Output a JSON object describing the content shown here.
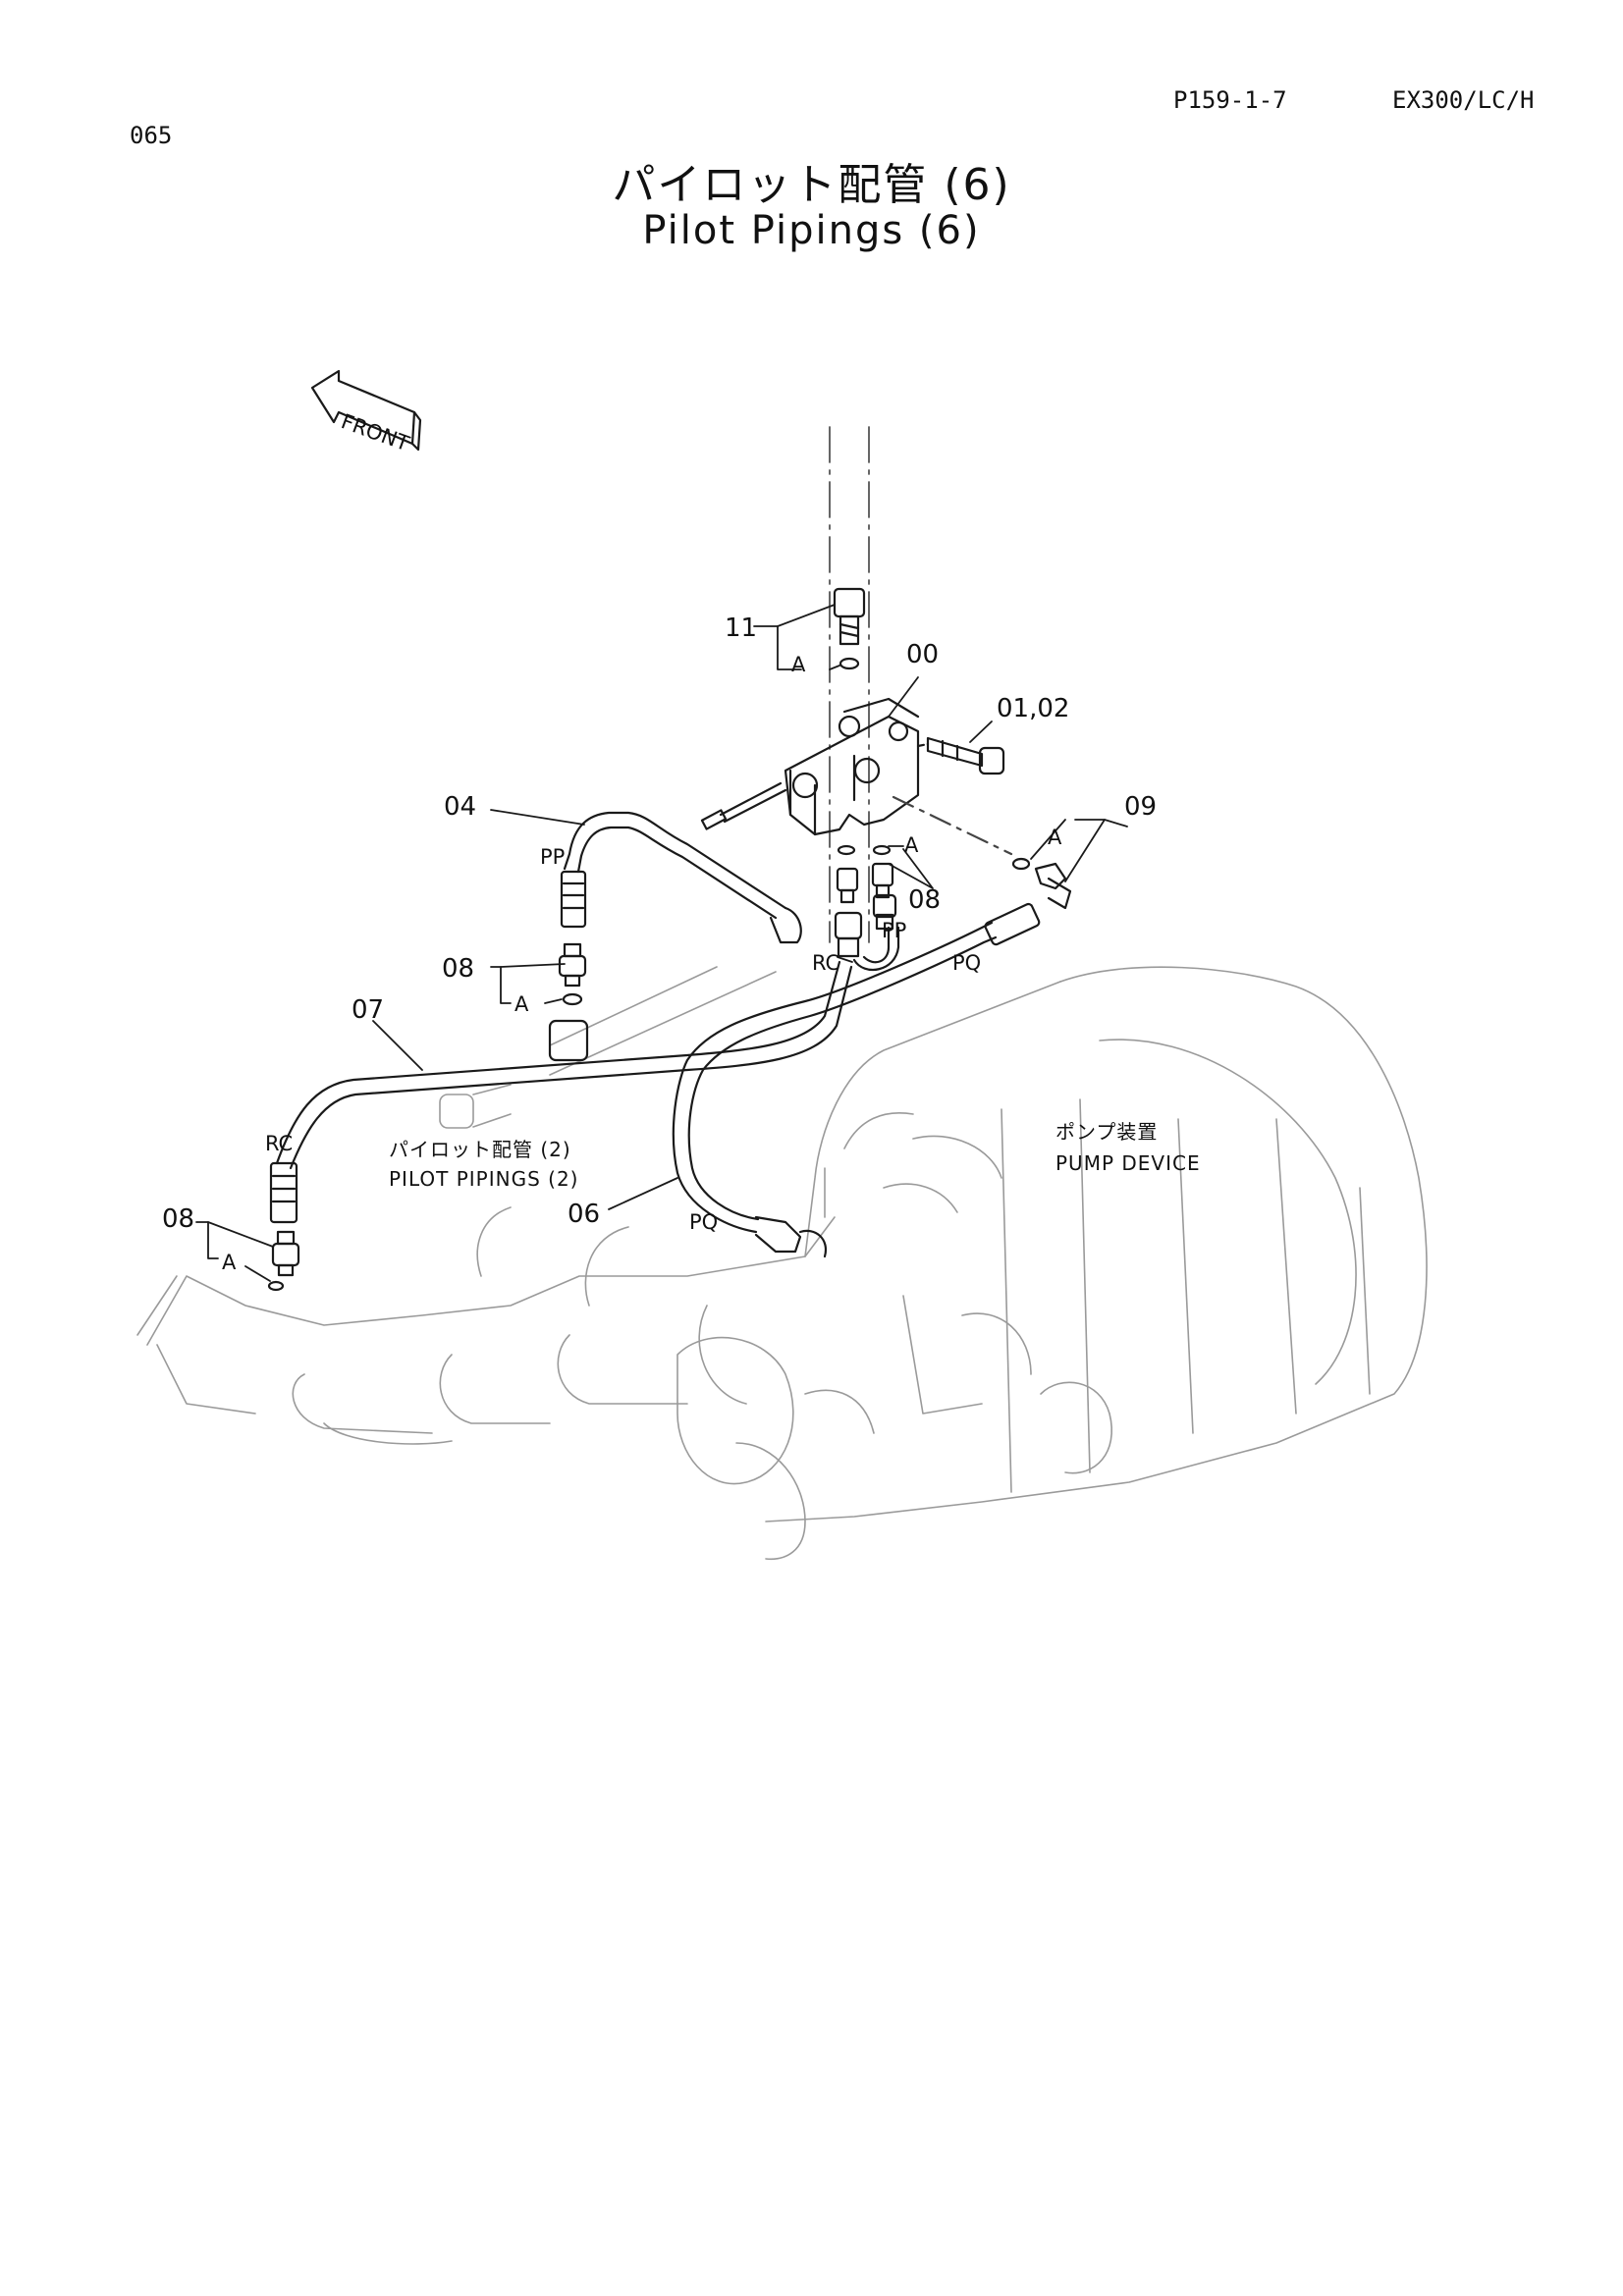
{
  "header": {
    "page_code": "P159-1-7",
    "model": "EX300/LC/H",
    "sheet_no": "065"
  },
  "title": {
    "japanese": "パイロット配管 (6)",
    "english": "Pilot Pipings (6)"
  },
  "diagram": {
    "front_arrow": "FRONT",
    "callouts": {
      "c11": "11",
      "c00": "00",
      "c0102": "01,02",
      "c09": "09",
      "c04": "04",
      "c08_mid": "08",
      "c08_left": "08",
      "c08_bottom": "08",
      "c07": "07",
      "c06": "06"
    },
    "seal_labels": {
      "a1": "A",
      "a2": "A",
      "a3": "A",
      "a4": "A",
      "a5": "A"
    },
    "port_labels": {
      "pp_hose04": "PP",
      "pp_block": "PP",
      "rc_block": "RC",
      "pq_hose06_top": "PQ",
      "rc_hose07": "RC",
      "pq_hose06_end": "PQ"
    },
    "reference_labels": {
      "pilot_jp": "パイロット配管 (2)",
      "pilot_en": "PILOT PIPINGS (2)",
      "pump_jp": "ポンプ装置",
      "pump_en": "PUMP DEVICE"
    }
  }
}
